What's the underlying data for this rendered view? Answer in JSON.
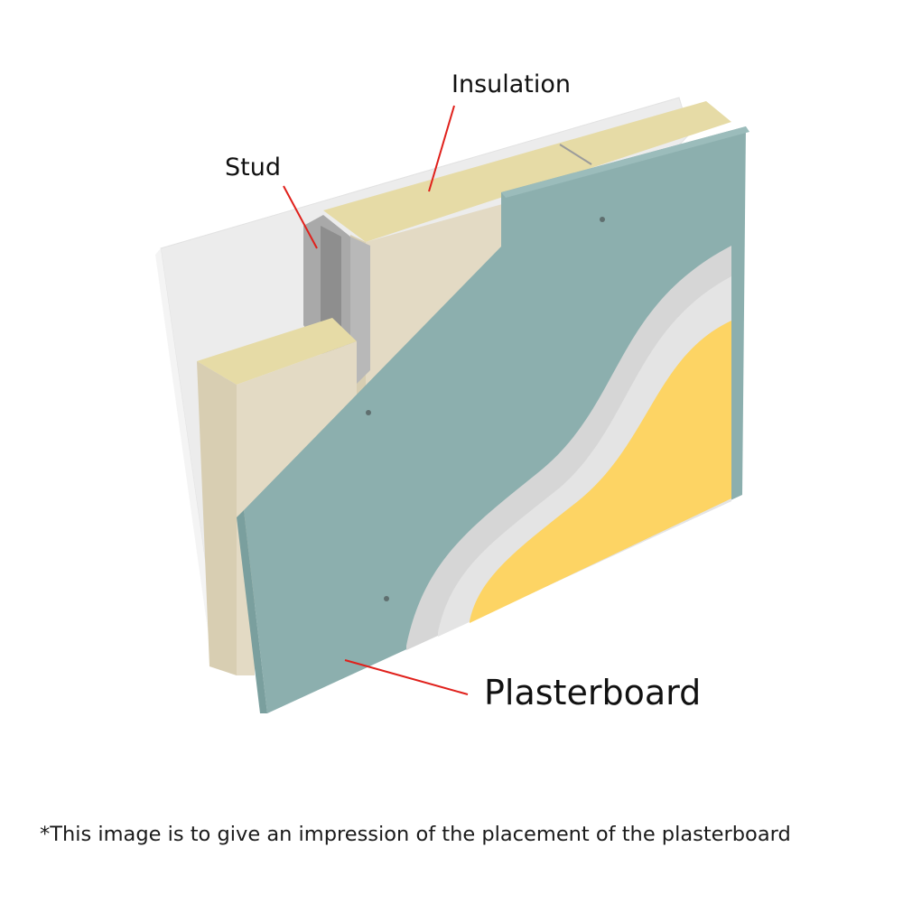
{
  "labels": {
    "insulation": "Insulation",
    "stud": "Stud",
    "plasterboard": "Plasterboard"
  },
  "footnote": "*This image is to give an impression of the placement of the plasterboard",
  "colors": {
    "background": "#ffffff",
    "leader_line": "#e0201b",
    "plasterboard": "#8cafae",
    "plasterboard_edge": "#7a9f9e",
    "insulation_top": "#e6dba6",
    "insulation_face": "#e3dac4",
    "insulation_side": "#d8ceb2",
    "stud_metal": "#a9a9a9",
    "stud_dark": "#8e8e8e",
    "back_panel": "#ececec",
    "plaster_skim": "#d6d6d6",
    "yellow_finish": "#fdd464"
  }
}
